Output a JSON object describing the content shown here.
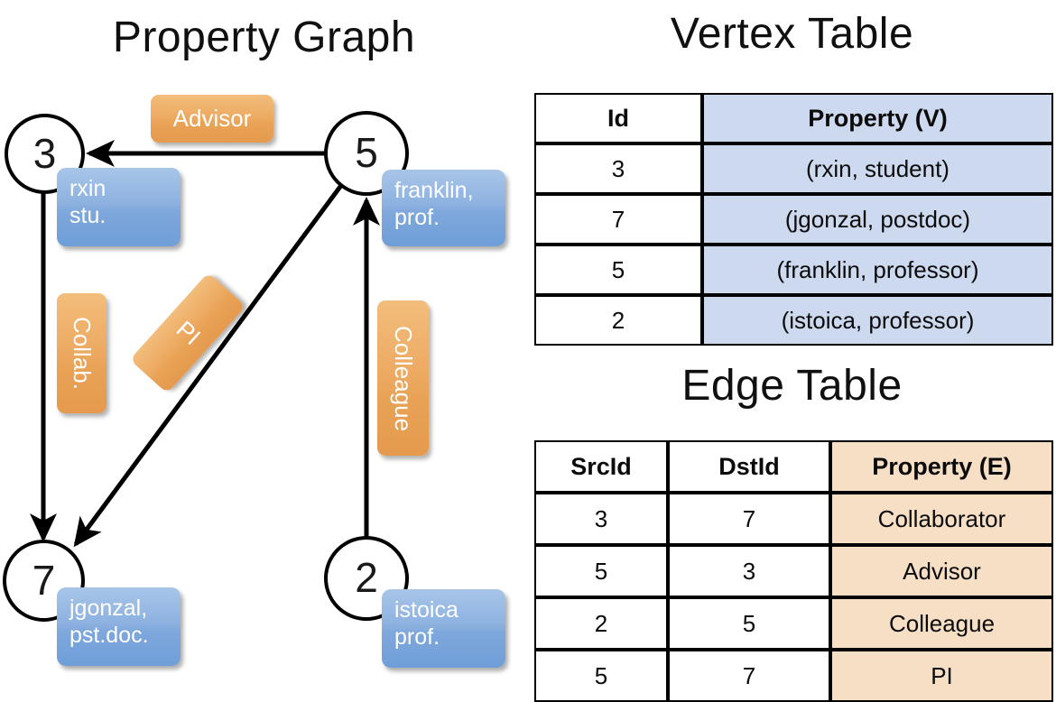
{
  "titles": {
    "graph": "Property Graph",
    "vertex_table": "Vertex Table",
    "edge_table": "Edge Table"
  },
  "graph": {
    "vertices": [
      {
        "id": "3",
        "property_label": "rxin\nstu."
      },
      {
        "id": "5",
        "property_label": "franklin,\nprof."
      },
      {
        "id": "7",
        "property_label": "jgonzal,\npst.doc."
      },
      {
        "id": "2",
        "property_label": "istoica\nprof."
      }
    ],
    "vertex_labels": {
      "v3_line1": "rxin",
      "v3_line2": "stu.",
      "v5_line1": "franklin,",
      "v5_line2": "prof.",
      "v7_line1": "jgonzal,",
      "v7_line2": "pst.doc.",
      "v2_line1": "istoica",
      "v2_line2": "prof."
    },
    "edge_labels": {
      "advisor": "Advisor",
      "collab": "Collab.",
      "pi": "PI",
      "colleague": "Colleague"
    },
    "edges": [
      {
        "src": "5",
        "dst": "3",
        "label": "Advisor"
      },
      {
        "src": "3",
        "dst": "7",
        "label": "Collab."
      },
      {
        "src": "5",
        "dst": "7",
        "label": "PI"
      },
      {
        "src": "2",
        "dst": "5",
        "label": "Colleague"
      }
    ]
  },
  "vertex_table": {
    "headers": [
      "Id",
      "Property (V)"
    ],
    "rows": [
      {
        "id": "3",
        "property": "(rxin, student)"
      },
      {
        "id": "7",
        "property": "(jgonzal, postdoc)"
      },
      {
        "id": "5",
        "property": "(franklin, professor)"
      },
      {
        "id": "2",
        "property": "(istoica, professor)"
      }
    ]
  },
  "edge_table": {
    "headers": [
      "SrcId",
      "DstId",
      "Property (E)"
    ],
    "rows": [
      {
        "src": "3",
        "dst": "7",
        "property": "Collaborator"
      },
      {
        "src": "5",
        "dst": "3",
        "property": "Advisor"
      },
      {
        "src": "2",
        "dst": "5",
        "property": "Colleague"
      },
      {
        "src": "5",
        "dst": "7",
        "property": "PI"
      }
    ]
  },
  "colors": {
    "vertex_property_box": "#7fa8dc",
    "edge_label_box": "#eda85f",
    "vertex_table_highlight": "#ccd9ee",
    "edge_table_highlight": "#f7dfc6",
    "stroke": "#000000"
  }
}
